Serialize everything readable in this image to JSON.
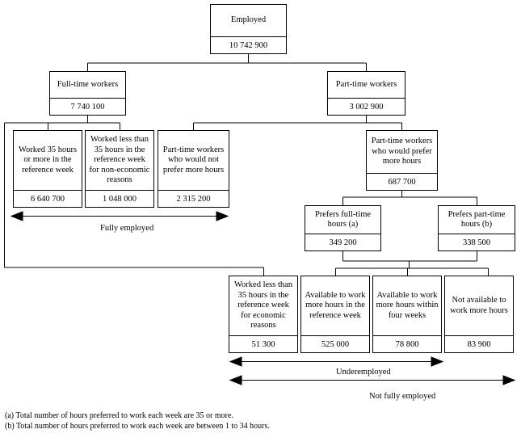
{
  "nodes": {
    "employed": {
      "label": "Employed",
      "value": "10 742 900"
    },
    "full_time": {
      "label": "Full-time workers",
      "value": "7 740 100"
    },
    "part_time": {
      "label": "Part-time workers",
      "value": "3 002 900"
    },
    "worked_35": {
      "label": "Worked 35 hours\nor more in the\nreference week",
      "value": "6 640 700"
    },
    "worked_less_noneco": {
      "label": "Worked less than\n35 hours in the\nreference week\nfor non-economic\nreasons",
      "value": "1 048 000"
    },
    "pt_not_prefer": {
      "label": "Part-time workers\nwho would not\nprefer more hours",
      "value": "2 315 200"
    },
    "pt_prefer": {
      "label": "Part-time workers\nwho would prefer\nmore hours",
      "value": "687 700"
    },
    "prefers_ft": {
      "label": "Prefers full-time\nhours (a)",
      "value": "349 200"
    },
    "prefers_pt": {
      "label": "Prefers part-time\nhours (b)",
      "value": "338 500"
    },
    "worked_less_eco": {
      "label": "Worked less than\n35 hours in the\nreference week\nfor economic\nreasons",
      "value": "51 300"
    },
    "avail_ref": {
      "label": "Available to work\nmore hours in the\nreference week",
      "value": "525 000"
    },
    "avail_4wk": {
      "label": "Available to work\nmore hours within\nfour weeks",
      "value": "78 800"
    },
    "not_avail": {
      "label": "Not available to\nwork more hours",
      "value": "83 900"
    }
  },
  "arrows": {
    "fully_employed": "Fully employed",
    "underemployed": "Underemployed",
    "not_fully_employed": "Not fully employed"
  },
  "notes": [
    "(a) Total number of hours preferred to work each week are 35 or more.",
    "(b) Total number of hours preferred to work each week are between 1 to 34 hours."
  ]
}
